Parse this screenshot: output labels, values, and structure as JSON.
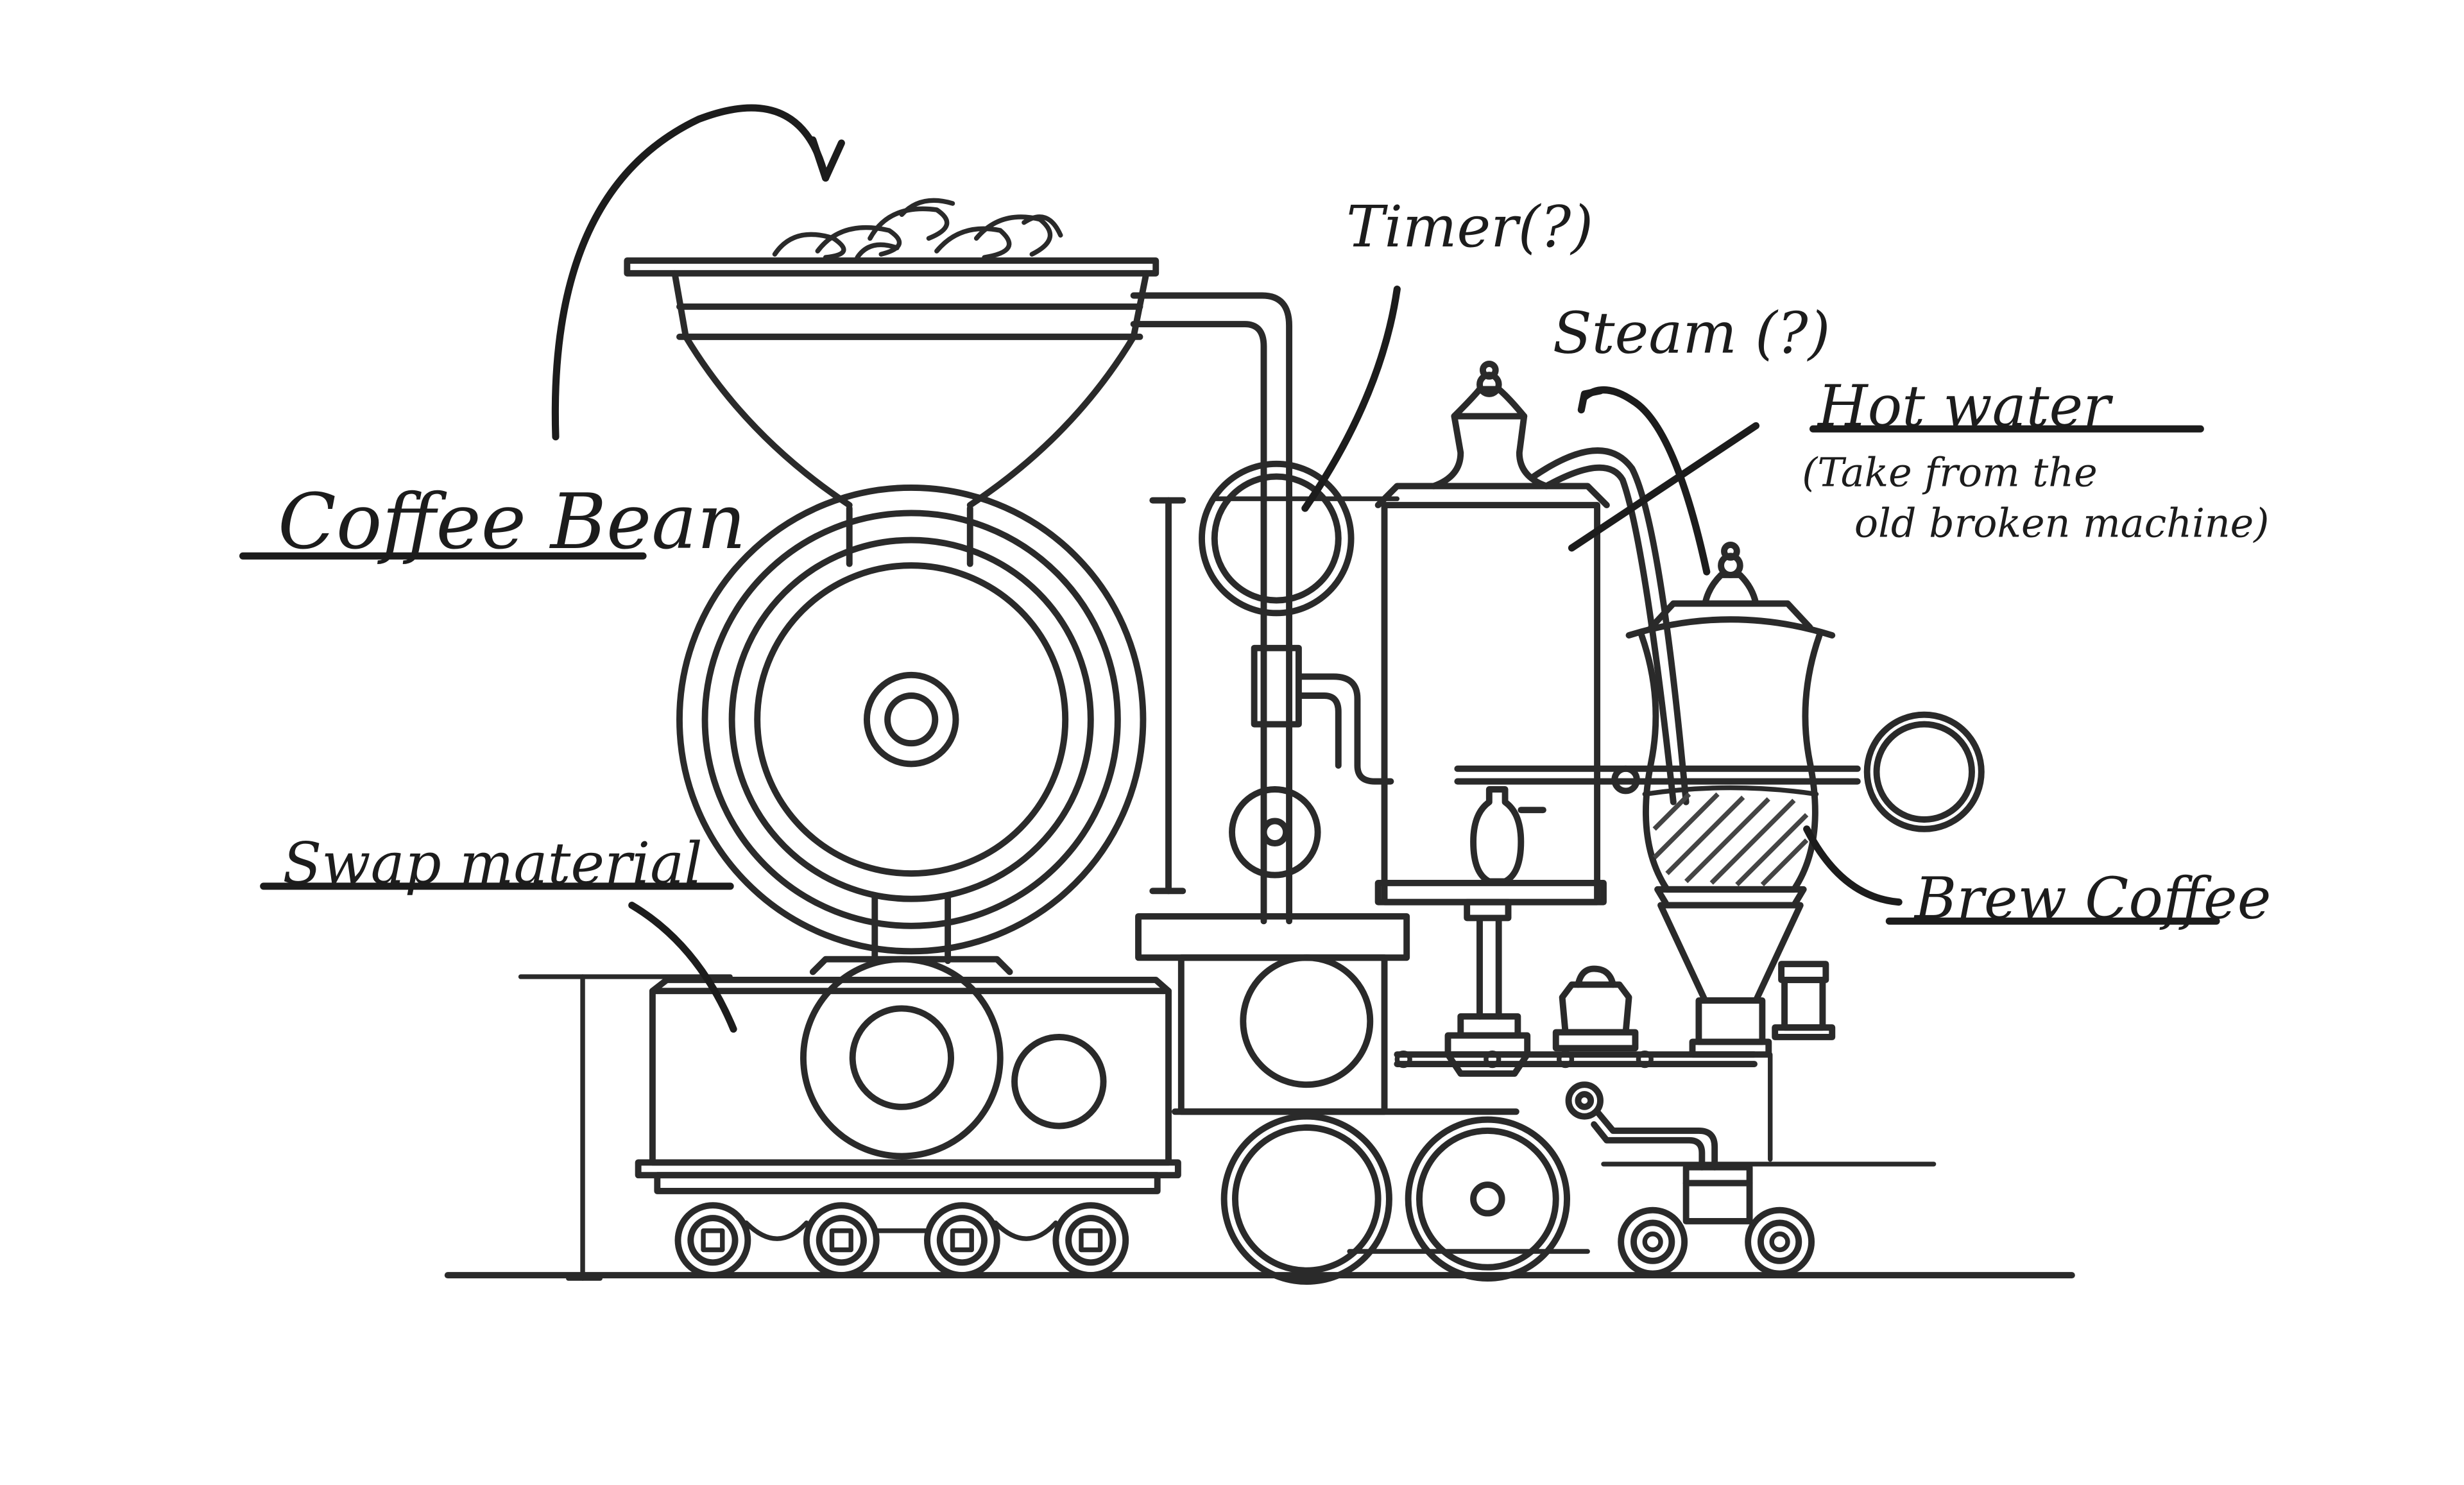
{
  "labels": {
    "coffee_bean": "Coffee Bean",
    "swap_material": "Swap material",
    "timer": "Timer(?)",
    "steam": "Steam (?)",
    "hot_water": "Hot water",
    "hot_water_note_1": "(Take from the",
    "hot_water_note_2": "old broken machine)",
    "brew_coffee": "Brew Coffee"
  },
  "colors": {
    "ink": "#1c1c1c",
    "line": "#2a2a2a",
    "paper": "#ffffff"
  }
}
